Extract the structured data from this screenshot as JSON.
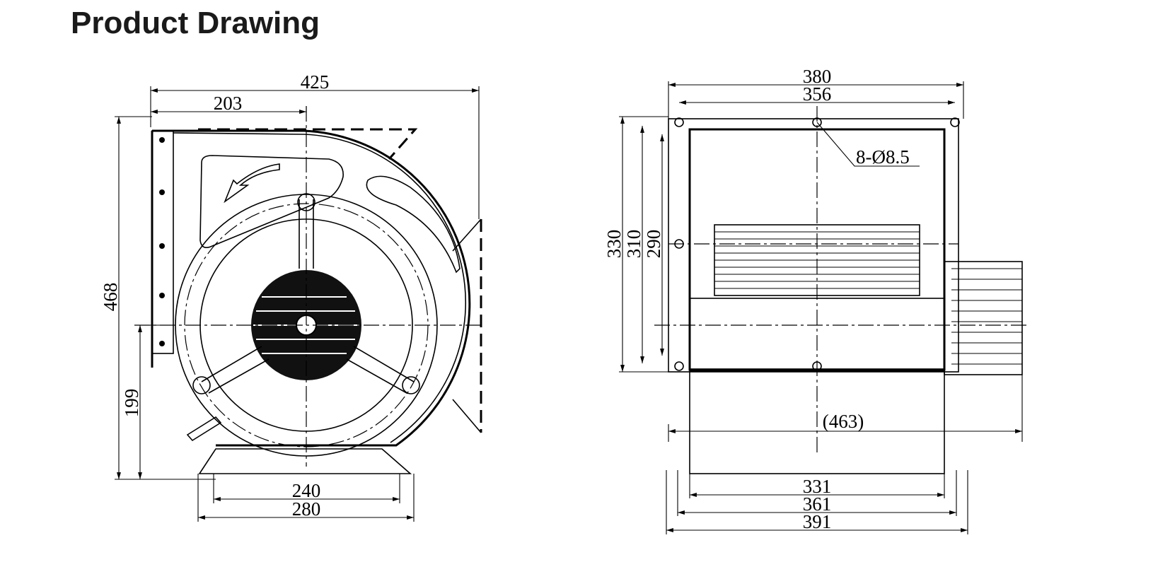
{
  "page": {
    "title": "Product Drawing"
  },
  "front_view": {
    "dim_width_total": "425",
    "dim_width_partial": "203",
    "dim_height_total": "468",
    "dim_height_lower": "199",
    "dim_base_inner": "240",
    "dim_base_outer": "280"
  },
  "side_view": {
    "dim_width_total": "380",
    "dim_width_inner": "356",
    "hole_spec": "8-Ø8.5",
    "dim_height_330": "330",
    "dim_height_310": "310",
    "dim_height_290": "290",
    "dim_depth_overall": "(463)",
    "dim_base_331": "331",
    "dim_base_361": "361",
    "dim_base_391": "391"
  }
}
